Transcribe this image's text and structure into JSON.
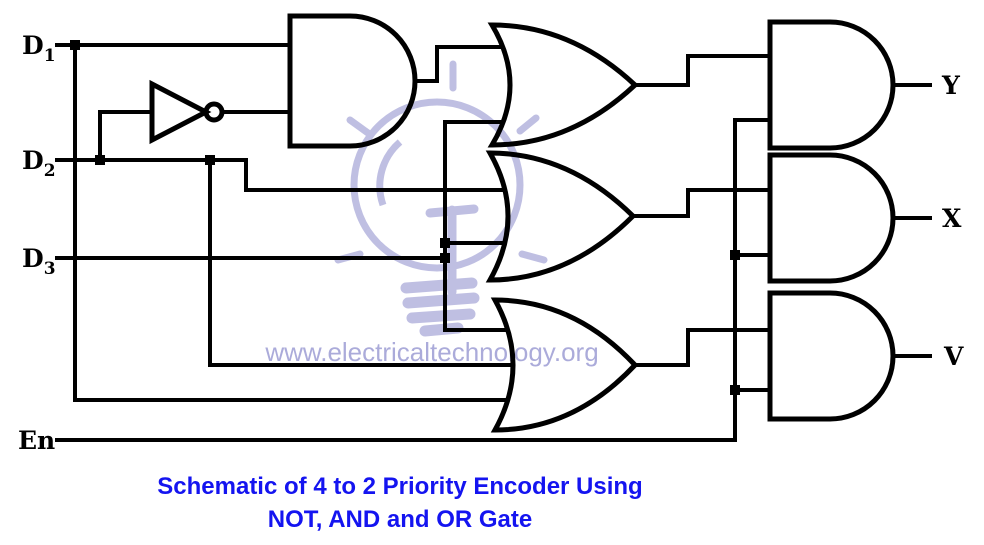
{
  "diagram": {
    "title": "4 to 2 Priority Encoder schematic",
    "inputs": [
      {
        "base": "D",
        "sub": "1"
      },
      {
        "base": "D",
        "sub": "2"
      },
      {
        "base": "D",
        "sub": "3"
      },
      {
        "base": "En",
        "sub": ""
      }
    ],
    "outputs": [
      {
        "label": "Y"
      },
      {
        "label": "X"
      },
      {
        "label": "V"
      }
    ],
    "wire_color": "#000000"
  },
  "watermark": {
    "text": "www.electricaltechnology.org",
    "color": "#a3a3d6"
  },
  "caption": {
    "line1": "Schematic of 4 to 2 Priority Encoder Using",
    "line2": "NOT, AND and OR Gate",
    "color": "#1414f0"
  }
}
